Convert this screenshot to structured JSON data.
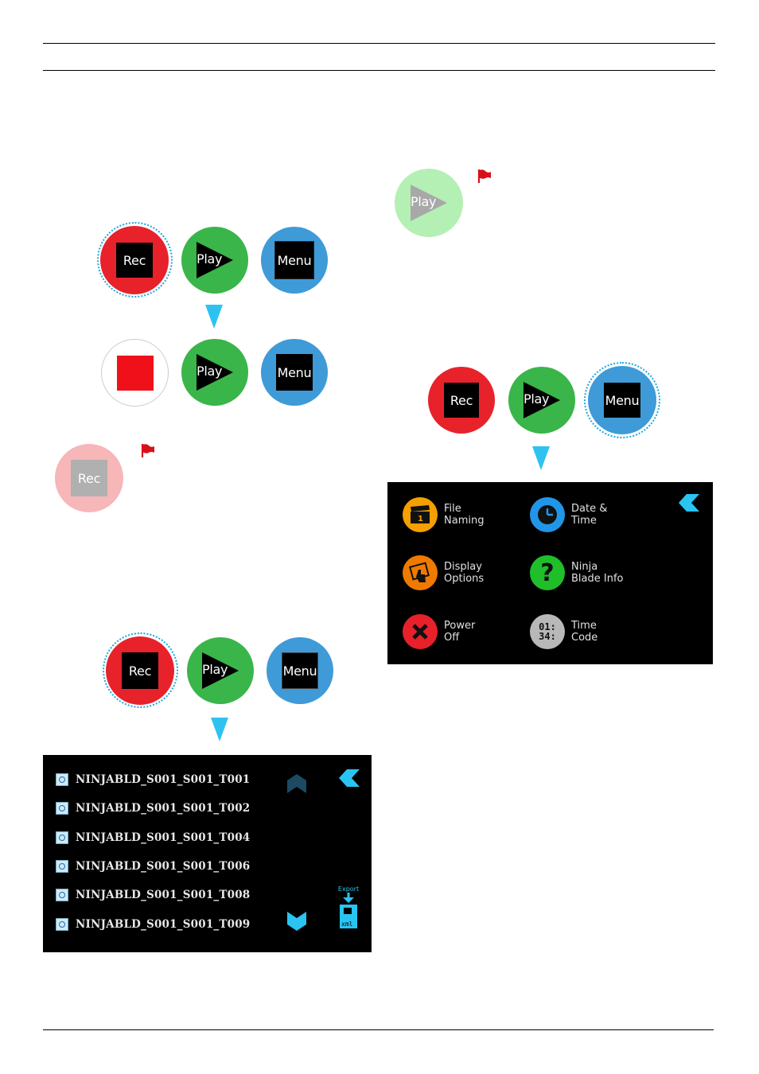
{
  "buttons": {
    "rec": "Rec",
    "play": "Play",
    "menu": "Menu"
  },
  "file_list": {
    "files": [
      "NINJABLD_S001_S001_T001",
      "NINJABLD_S001_S001_T002",
      "NINJABLD_S001_S001_T004",
      "NINJABLD_S001_S001_T006",
      "NINJABLD_S001_S001_T008",
      "NINJABLD_S001_S001_T009"
    ],
    "export_label": "Export",
    "export_format": "xml"
  },
  "menu_panel": {
    "items": [
      {
        "label": "File\nNaming",
        "icon": "clapperboard-icon",
        "color": "#f5a000"
      },
      {
        "label": "Date &\nTime",
        "icon": "clock-icon",
        "color": "#2196e8"
      },
      {
        "label": "Display\nOptions",
        "icon": "hand-touch-icon",
        "color": "#f07a00"
      },
      {
        "label": "Ninja\nBlade Info",
        "icon": "question-icon",
        "color": "#1fbf2a"
      },
      {
        "label": "Power\nOff",
        "icon": "close-icon",
        "color": "#e8202a"
      },
      {
        "label": "Time\nCode",
        "icon": "timecode-icon",
        "color": "#b8b8b8"
      }
    ],
    "timecode_glyph": "01:\n34:"
  },
  "colors": {
    "rec": "#e8222a",
    "play": "#3ab54a",
    "menu": "#3f9ad8",
    "accent_arrow": "#2ec2f0",
    "dotted_ring": "#1ba8e0"
  }
}
